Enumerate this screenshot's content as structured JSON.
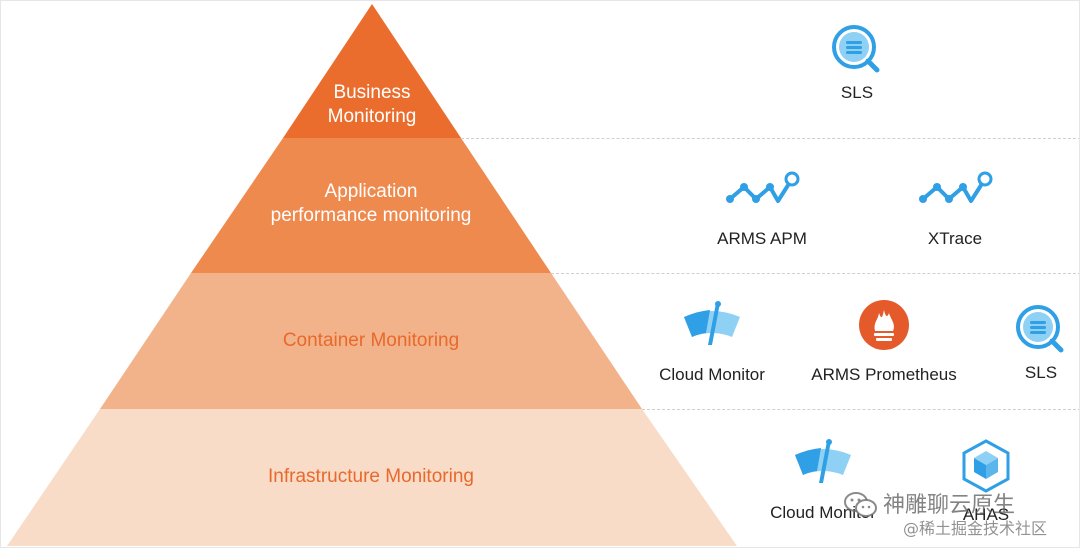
{
  "layers": [
    {
      "id": "business",
      "lines": [
        "Business",
        "Monitoring"
      ],
      "color": "#EA6D2E",
      "text_color": "#ffffff"
    },
    {
      "id": "application",
      "lines": [
        "Application",
        "performance monitoring"
      ],
      "color": "#EF8A4F",
      "text_color": "#ffffff"
    },
    {
      "id": "container",
      "lines": [
        "Container Monitoring"
      ],
      "color": "#F2B38A",
      "text_color": "#E8692C"
    },
    {
      "id": "infrastructure",
      "lines": [
        "Infrastructure Monitoring"
      ],
      "color": "#F9DCC7",
      "text_color": "#E8692C"
    }
  ],
  "tools": {
    "business": [
      {
        "name": "SLS",
        "icon": "sls-search-icon"
      }
    ],
    "application": [
      {
        "name": "ARMS APM",
        "icon": "apm-trend-icon"
      },
      {
        "name": "XTrace",
        "icon": "xtrace-trend-icon"
      }
    ],
    "container": [
      {
        "name": "Cloud Monitor",
        "icon": "cloud-monitor-gauge-icon"
      },
      {
        "name": "ARMS Prometheus",
        "icon": "prometheus-flame-icon"
      },
      {
        "name": "SLS",
        "icon": "sls-search-icon"
      }
    ],
    "infrastructure": [
      {
        "name": "Cloud Monitor",
        "icon": "cloud-monitor-gauge-icon"
      },
      {
        "name": "AHAS",
        "icon": "ahas-cube-icon"
      }
    ]
  },
  "colors": {
    "icon_blue": "#2F9FE6",
    "icon_blue_light": "#8FD0F5",
    "prometheus_orange": "#E55A2B"
  },
  "watermark": {
    "line1": "神雕聊云原生",
    "line2": "@稀土掘金技术社区"
  }
}
